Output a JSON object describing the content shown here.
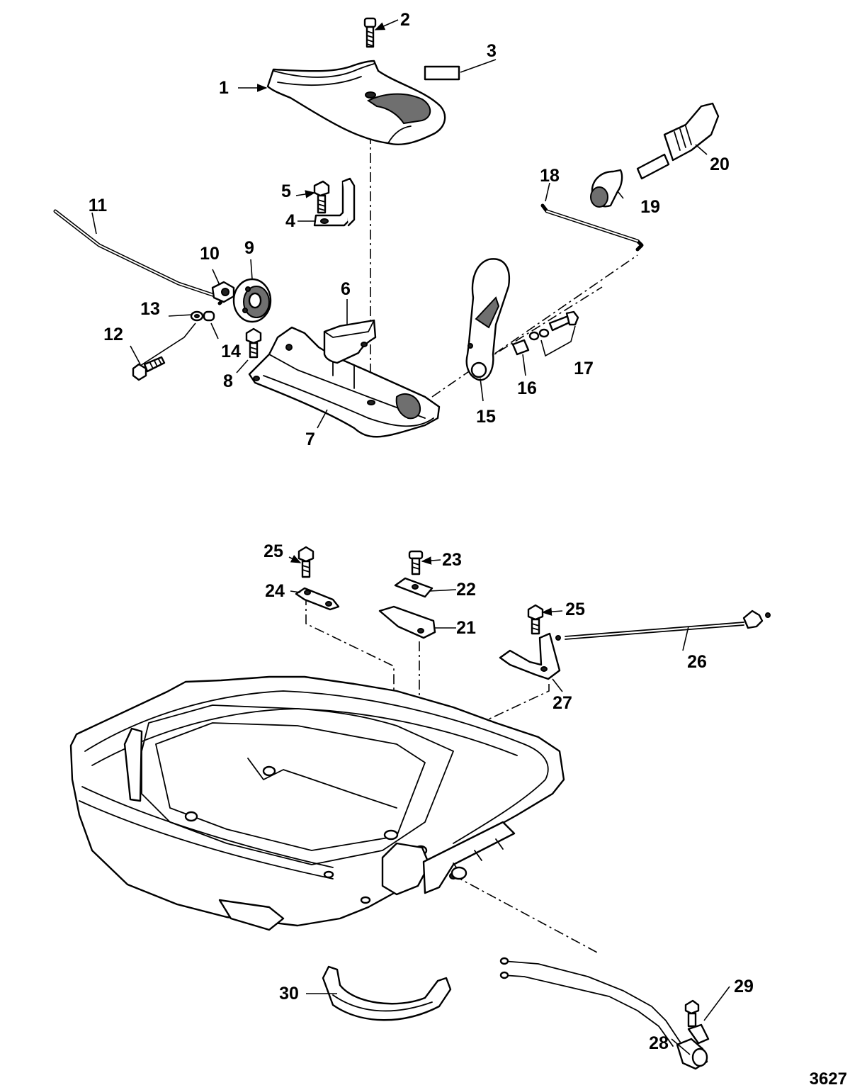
{
  "figure_number": "3627",
  "callouts": [
    {
      "id": "1",
      "label": "1"
    },
    {
      "id": "2",
      "label": "2"
    },
    {
      "id": "3",
      "label": "3"
    },
    {
      "id": "4",
      "label": "4"
    },
    {
      "id": "5",
      "label": "5"
    },
    {
      "id": "6",
      "label": "6"
    },
    {
      "id": "7",
      "label": "7"
    },
    {
      "id": "8",
      "label": "8"
    },
    {
      "id": "9",
      "label": "9"
    },
    {
      "id": "10",
      "label": "10"
    },
    {
      "id": "11",
      "label": "11"
    },
    {
      "id": "12",
      "label": "12"
    },
    {
      "id": "13",
      "label": "13"
    },
    {
      "id": "14",
      "label": "14"
    },
    {
      "id": "15",
      "label": "15"
    },
    {
      "id": "16",
      "label": "16"
    },
    {
      "id": "17",
      "label": "17"
    },
    {
      "id": "18",
      "label": "18"
    },
    {
      "id": "19",
      "label": "19"
    },
    {
      "id": "20",
      "label": "20"
    },
    {
      "id": "21",
      "label": "21"
    },
    {
      "id": "22",
      "label": "22"
    },
    {
      "id": "23",
      "label": "23"
    },
    {
      "id": "24",
      "label": "24"
    },
    {
      "id": "25a",
      "label": "25"
    },
    {
      "id": "25b",
      "label": "25"
    },
    {
      "id": "26",
      "label": "26"
    },
    {
      "id": "27",
      "label": "27"
    },
    {
      "id": "28",
      "label": "28"
    },
    {
      "id": "29",
      "label": "29"
    },
    {
      "id": "30",
      "label": "30"
    }
  ]
}
